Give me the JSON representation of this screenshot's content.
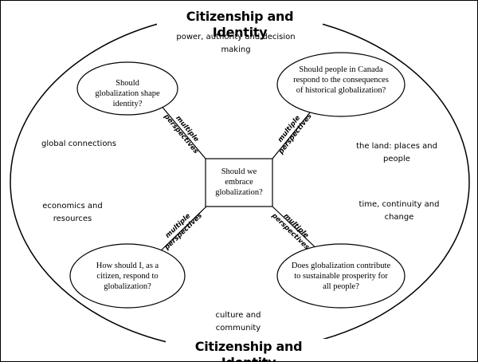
{
  "banner": {
    "top": "Citizenship and Identity",
    "bottom": "Citizenship and Identity"
  },
  "center_question": "Should we embrace globalization?",
  "questions": {
    "top_left": "Should globalization shape identity?",
    "top_right": "Should people in Canada respond to the consequences of historical globalization?",
    "bottom_left": "How should I, as a citizen, respond to globalization?",
    "bottom_right": "Does globalization contribute to sustainable prosperity for all people?"
  },
  "strands": {
    "power": "power, authority and decision making",
    "global": "global connections",
    "economics": "economics and resources",
    "land": "the land: places and people",
    "time": "time, continuity and change",
    "culture": "culture and community"
  },
  "perspective_label": {
    "line1": "multiple",
    "line2": "perspectives"
  }
}
